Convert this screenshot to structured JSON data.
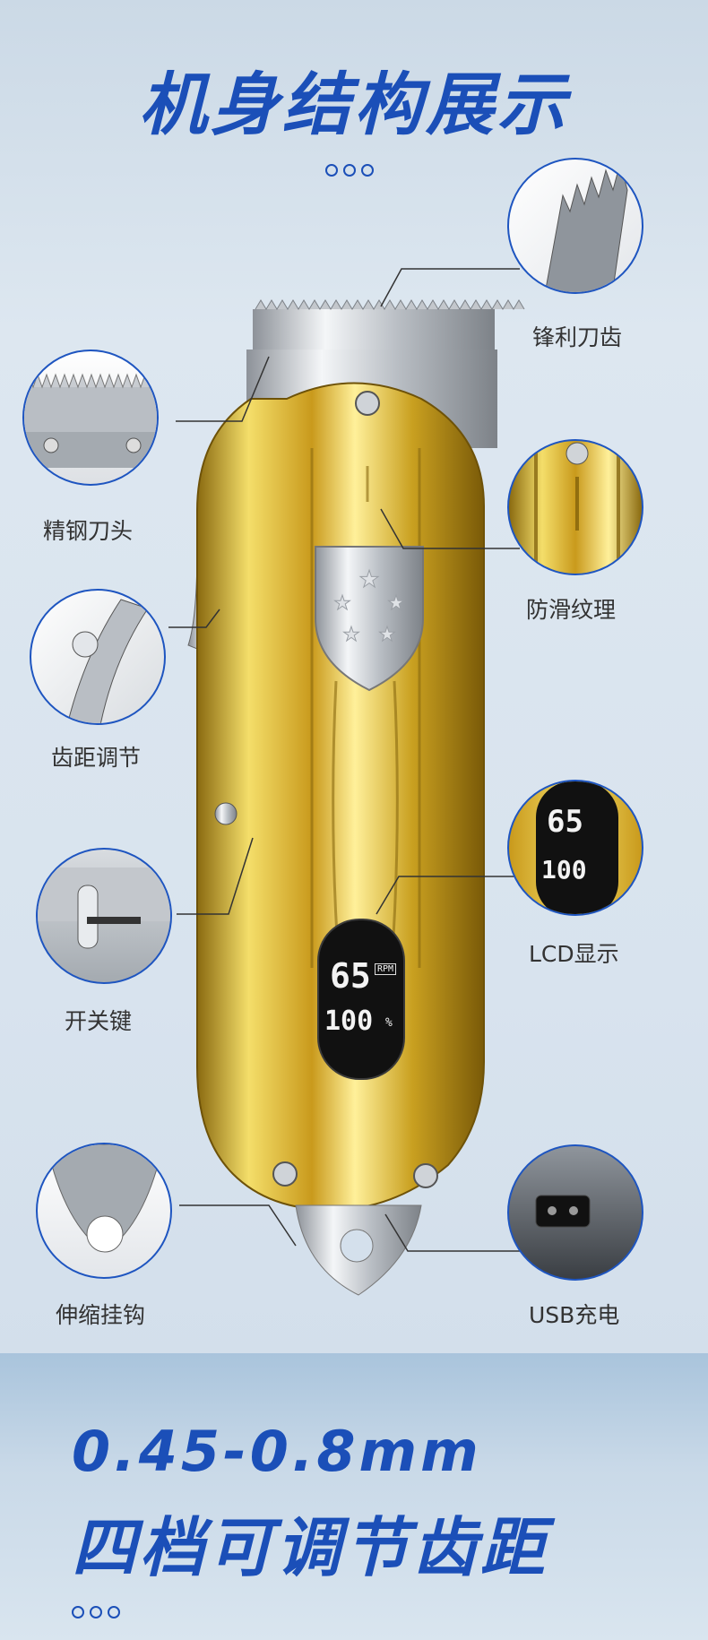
{
  "header": {
    "title": "机身结构展示"
  },
  "features": [
    {
      "label": "锋利刀齿"
    },
    {
      "label": "精钢刀头"
    },
    {
      "label": "防滑纹理"
    },
    {
      "label": "齿距调节"
    },
    {
      "label": "LCD显示"
    },
    {
      "label": "开关键"
    },
    {
      "label": "伸缩挂钩"
    },
    {
      "label": "USB充电"
    }
  ],
  "display": {
    "speed": "65",
    "speed_unit": "RPM",
    "battery": "100",
    "battery_unit": "%"
  },
  "spec": {
    "range": "0.45-0.8mm",
    "description": "四档可调节齿距"
  },
  "colors": {
    "accent": "#1b4fb8",
    "gold": "#d9b22a"
  }
}
